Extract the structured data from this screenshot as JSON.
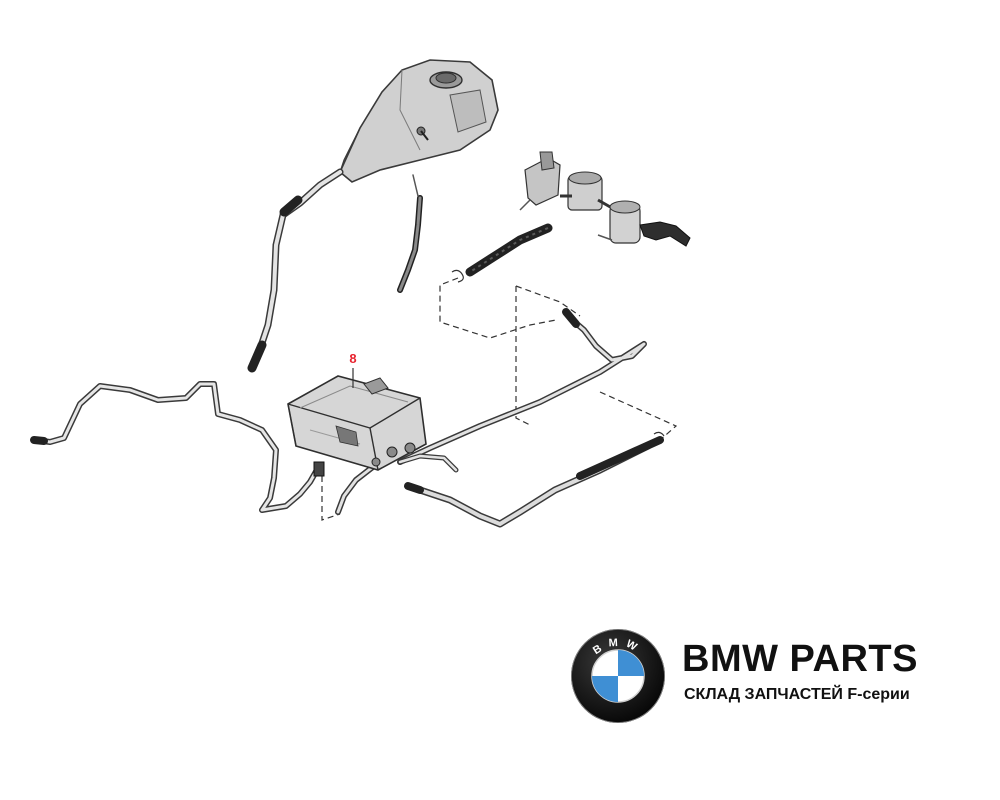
{
  "diagram": {
    "callout_label": "8"
  },
  "brand": {
    "title": "BMW PARTS",
    "subtitle": "СКЛАД ЗАПЧАСТЕЙ F-серии",
    "logo_lettering": "BMW",
    "colors": {
      "blue": "#3f8fd4",
      "ring": "#111111",
      "text": "#111111"
    }
  },
  "colors": {
    "callout": "#e8232f",
    "part_fill": "#d2d2d2",
    "part_stroke": "#3a3a3a"
  }
}
